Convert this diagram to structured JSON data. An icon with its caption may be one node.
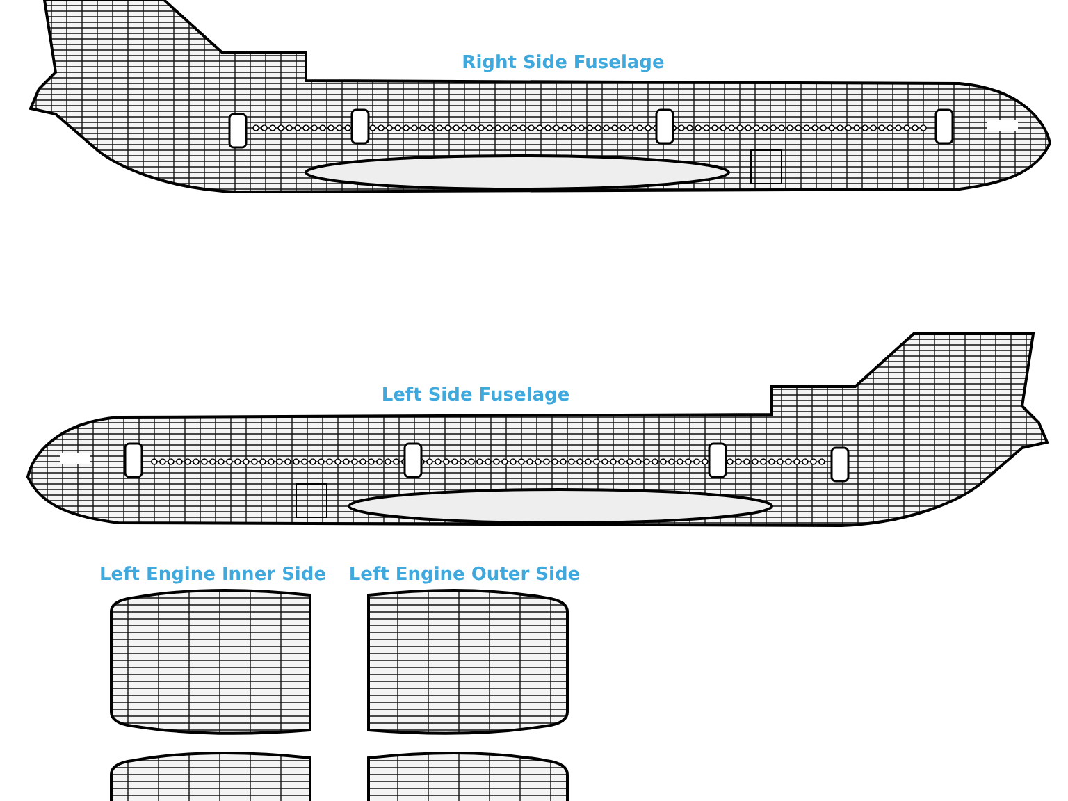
{
  "diagram": {
    "labels": [
      "Right Side Fuselage",
      "Left Side Fuselage",
      "Left Engine Inner Side",
      "Left Engine Outer Side"
    ]
  }
}
